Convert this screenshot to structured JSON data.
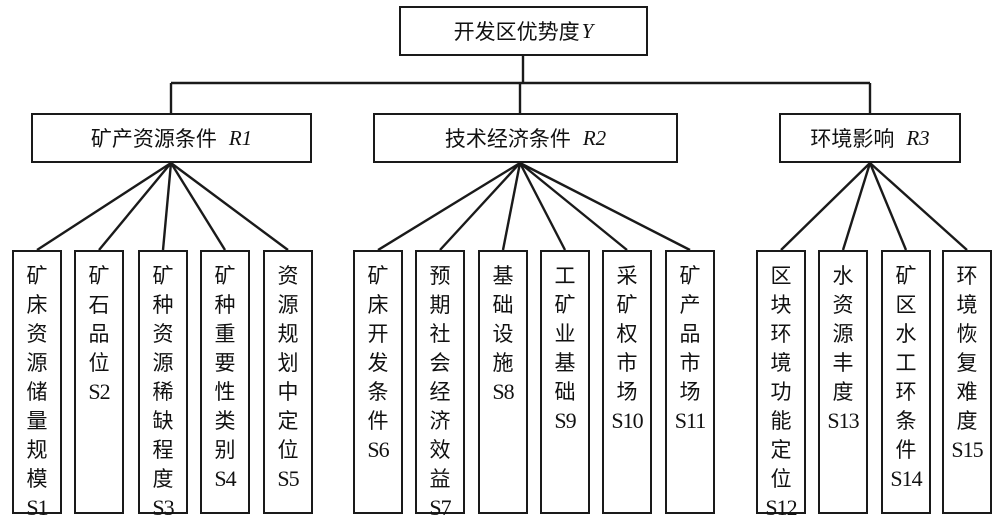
{
  "root": {
    "label": "开发区优势度",
    "var": "Y"
  },
  "criteria": [
    {
      "id": "R1",
      "label": "矿产资源条件",
      "var": "R1",
      "indicators": [
        {
          "text": "矿床资源储量规模",
          "code": "S1"
        },
        {
          "text": "矿石品位",
          "code": "S2"
        },
        {
          "text": "矿种资源稀缺程度",
          "code": "S3"
        },
        {
          "text": "矿种重要性类别",
          "code": "S4"
        },
        {
          "text": "资源规划中定位",
          "code": "S5"
        }
      ]
    },
    {
      "id": "R2",
      "label": "技术经济条件",
      "var": "R2",
      "indicators": [
        {
          "text": "矿床开发条件",
          "code": "S6"
        },
        {
          "text": "预期社会经济效益",
          "code": "S7"
        },
        {
          "text": "基础设施",
          "code": "S8"
        },
        {
          "text": "工矿业基础",
          "code": "S9"
        },
        {
          "text": "采矿权市场",
          "code": "S10"
        },
        {
          "text": "矿产品市场",
          "code": "S11"
        }
      ]
    },
    {
      "id": "R3",
      "label": "环境影响",
      "var": "R3",
      "indicators": [
        {
          "text": "区块环境功能定位",
          "code": "S12"
        },
        {
          "text": "水资源丰度",
          "code": "S13"
        },
        {
          "text": "矿区水工环条件",
          "code": "S14"
        },
        {
          "text": "环境恢复难度",
          "code": "S15"
        }
      ]
    }
  ],
  "colors": {
    "line": "#1a1a1a",
    "background": "#ffffff"
  }
}
